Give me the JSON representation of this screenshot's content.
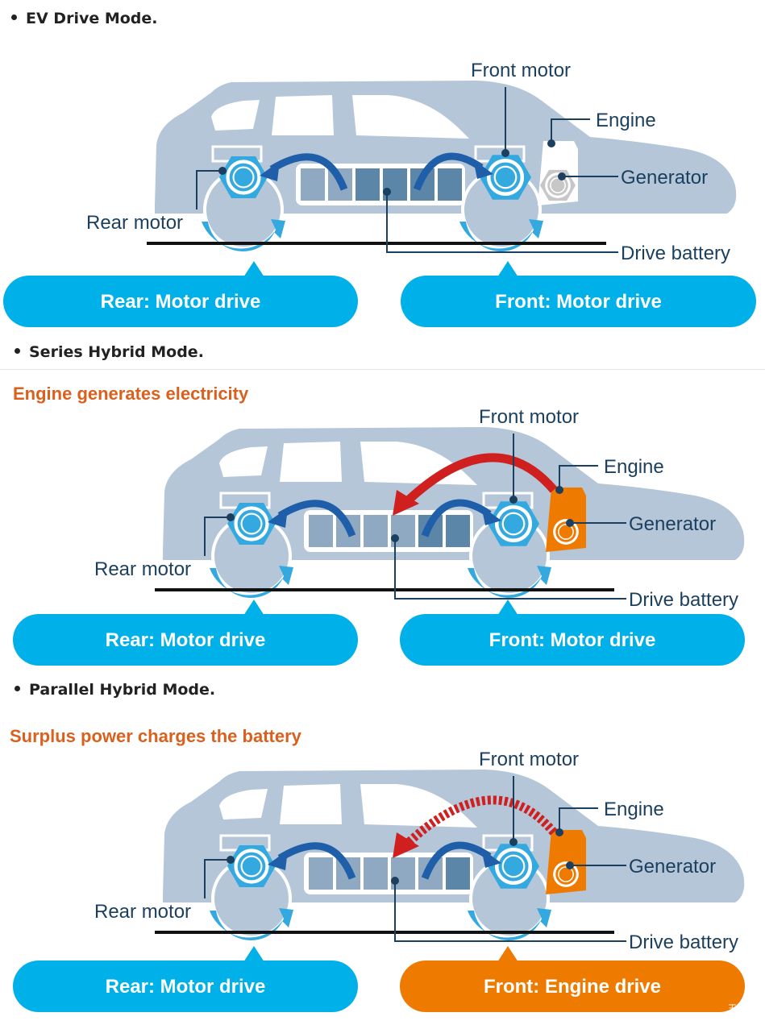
{
  "sections": [
    {
      "heading": "EV Drive Mode.",
      "subtitle": "",
      "labels": {
        "front_motor": "Front motor",
        "engine": "Engine",
        "generator": "Generator",
        "rear_motor": "Rear motor",
        "drive_battery": "Drive battery"
      },
      "rear_pill": {
        "text": "Rear: Motor drive",
        "color": "#00b0e8"
      },
      "front_pill": {
        "text": "Front: Motor drive",
        "color": "#00b0e8"
      },
      "engine_active": false,
      "charging_arrow": "none",
      "battery_cells": [
        "#8fa9c2",
        "#8fa9c2",
        "#5c86a8",
        "#5c86a8",
        "#5c86a8",
        "#5c86a8"
      ]
    },
    {
      "heading": "Series Hybrid Mode.",
      "subtitle": "Engine generates electricity",
      "labels": {
        "front_motor": "Front motor",
        "engine": "Engine",
        "generator": "Generator",
        "rear_motor": "Rear motor",
        "drive_battery": "Drive battery"
      },
      "rear_pill": {
        "text": "Rear: Motor drive",
        "color": "#00b0e8"
      },
      "front_pill": {
        "text": "Front: Motor drive",
        "color": "#00b0e8"
      },
      "engine_active": true,
      "charging_arrow": "solid",
      "battery_cells": [
        "#8fa9c2",
        "#8fa9c2",
        "#8fa9c2",
        "#8fa9c2",
        "#5c86a8",
        "#5c86a8"
      ]
    },
    {
      "heading": "Parallel Hybrid Mode.",
      "subtitle": "Surplus power charges the battery",
      "labels": {
        "front_motor": "Front motor",
        "engine": "Engine",
        "generator": "Generator",
        "rear_motor": "Rear motor",
        "drive_battery": "Drive battery"
      },
      "rear_pill": {
        "text": "Rear: Motor drive",
        "color": "#00b0e8"
      },
      "front_pill": {
        "text": "Front: Engine drive",
        "color": "#ef7a00"
      },
      "engine_active": true,
      "charging_arrow": "dashed",
      "battery_cells": [
        "#8fa9c2",
        "#8fa9c2",
        "#8fa9c2",
        "#8fa9c2",
        "#8fa9c2",
        "#5c86a8"
      ]
    }
  ],
  "colors": {
    "car_body": "#b4c6d8",
    "motor": "#34a9e0",
    "drive_arrow": "#1f5ea8",
    "charge_arrow": "#d01f1f",
    "engine_active": "#ef7a00",
    "generator_idle": "#c7c7c7",
    "leader_line": "#1b3f5e",
    "subtitle": "#d9601d"
  },
  "watermark": "王星炜S"
}
